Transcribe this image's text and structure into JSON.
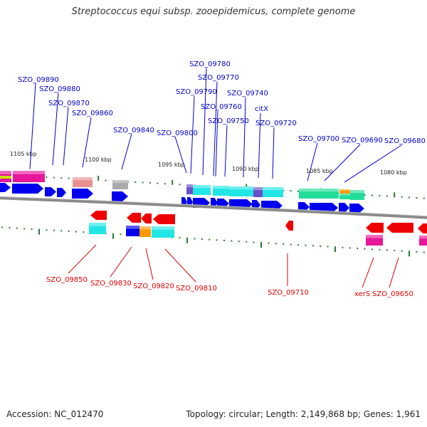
{
  "title": "Streptococcus equi subsp. zooepidemicus, complete genome",
  "footer": {
    "accession": "Accession: NC_012470",
    "topology": "Topology: circular; Length: 2,149,868 bp; Genes: 1,961"
  },
  "colors": {
    "upper_label": "#0000cc",
    "lower_label": "#dd0000",
    "backbone": "#888888",
    "tick": "#2a7a2a",
    "forward_cds": "#0000ee",
    "reverse_cds": "#ee0000",
    "cyan": "#22e6e6",
    "magenta": "#e6179a",
    "seagreen": "#22dd99",
    "orange": "#ff9900",
    "purple": "#6a4fc8",
    "grey": "#aaaaaa",
    "pink": "#e89090"
  },
  "scale_labels": [
    "1105 kbp",
    "1100 kbp",
    "1095 kbp",
    "1090 kbp",
    "1085 kbp",
    "1080 kbp"
  ],
  "upper_labels": [
    "SZO_09890",
    "SZO_09880",
    "SZO_09870",
    "SZO_09860",
    "SZO_09840",
    "SZO_09800",
    "SZO_09790",
    "SZO_09780",
    "SZO_09770",
    "SZO_09760",
    "SZO_09750",
    "SZO_09740",
    "citX",
    "SZO_09720",
    "SZO_09700",
    "SZO_09690",
    "SZO_09680"
  ],
  "lower_labels": [
    "SZO_09850",
    "SZO_09830",
    "SZO_09820",
    "SZO_09810",
    "SZO_09710",
    "xerS",
    "SZO_09650"
  ]
}
